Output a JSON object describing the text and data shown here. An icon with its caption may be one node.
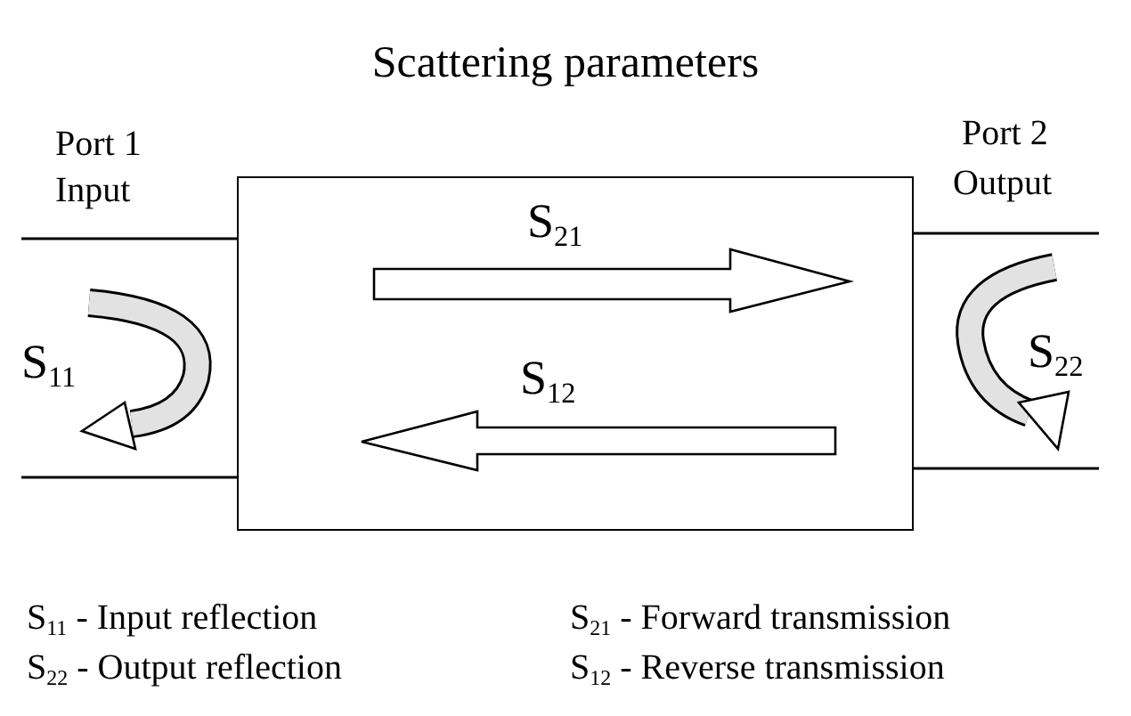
{
  "diagram": {
    "title": "Scattering parameters",
    "nodes": [
      {
        "text": [
          "S$_{21}$",
          "S$_{12}$"
        ]
      }
    ],
    "labels": [
      "Port 1",
      "Input",
      "Port 2",
      "Output",
      "S$_{11}$",
      "S$_{22}$",
      "S$_{11}$ - Input reflection",
      "S$_{21}$ - Forward transmission",
      "S$_{22}$ - Output reflection",
      "S$_{12}$ - Reverse transmission"
    ]
  }
}
